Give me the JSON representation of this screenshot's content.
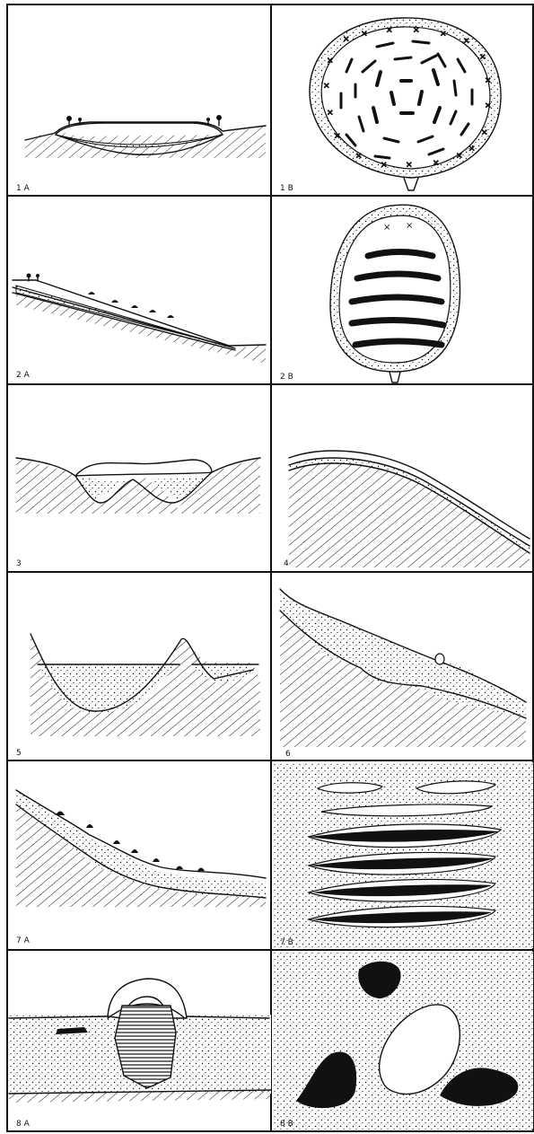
{
  "panels": [
    {
      "id": "1a",
      "label": "1 A"
    },
    {
      "id": "1b",
      "label": "1 B"
    },
    {
      "id": "2a",
      "label": "2 A"
    },
    {
      "id": "2b",
      "label": "2 B"
    },
    {
      "id": "3",
      "label": "3"
    },
    {
      "id": "4",
      "label": "4"
    },
    {
      "id": "5",
      "label": "5"
    },
    {
      "id": "6",
      "label": "6"
    },
    {
      "id": "7a",
      "label": "7 A"
    },
    {
      "id": "7b",
      "label": "7 B"
    },
    {
      "id": "8a",
      "label": "8 A"
    },
    {
      "id": "8b",
      "label": "8 B"
    }
  ],
  "colors": {
    "ink": "#111111",
    "paper": "#ffffff"
  }
}
